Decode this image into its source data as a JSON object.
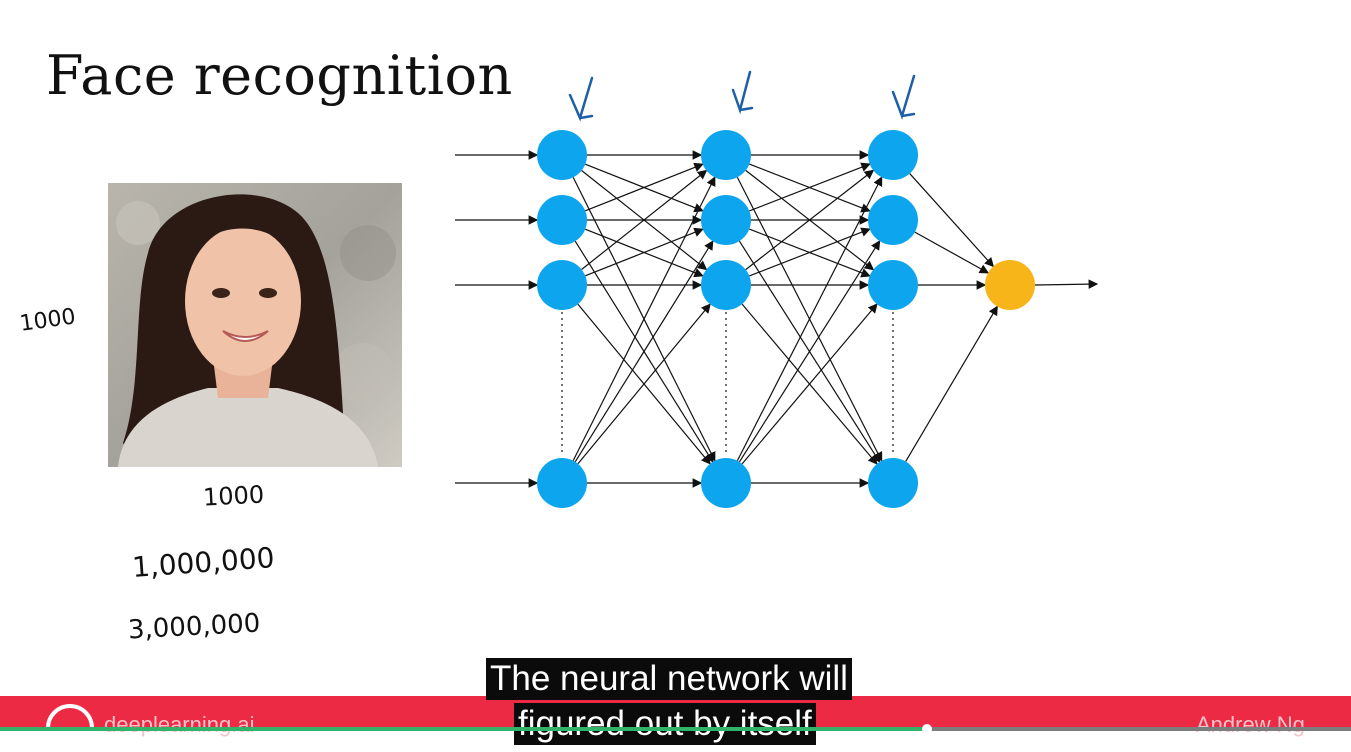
{
  "slide": {
    "title": "Face recognition"
  },
  "annotations": {
    "side_dimension": "1000",
    "below_dimension": "1000",
    "million": "1,000,000",
    "three_million": "3,000,000"
  },
  "network": {
    "layers": 3,
    "visible_nodes_per_layer": 4,
    "node_color": "#0ea5ef",
    "output_color": "#f7b519"
  },
  "footer": {
    "brand": "deeplearning.ai",
    "author": "Andrew Ng",
    "bar_color": "#ec2a44"
  },
  "captions": {
    "line1": "The neural network will",
    "line2": "figured out by itself"
  },
  "playback": {
    "progress": 0.686
  }
}
